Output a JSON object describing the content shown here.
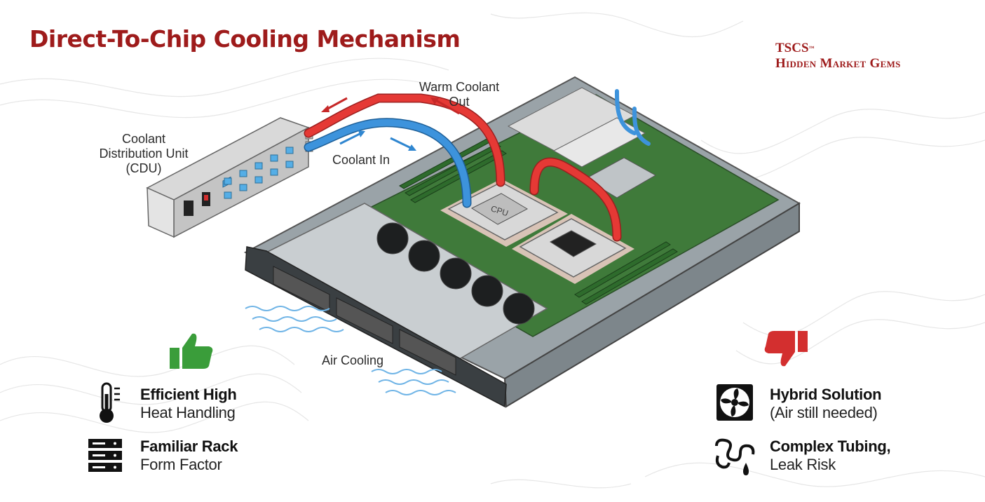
{
  "header": {
    "title": "Direct-To-Chip Cooling Mechanism",
    "brand_line1": "TSCS",
    "brand_tm": "™",
    "brand_line2": "Hidden Market Gems"
  },
  "diagram": {
    "cdu_label_line1": "Coolant",
    "cdu_label_line2": "Distribution Unit",
    "cdu_label_line3": "(CDU)",
    "warm_label_line1": "Warm Coolant",
    "warm_label_line2": "Out",
    "coolant_in_label": "Coolant In",
    "air_label": "Air Cooling",
    "cpu_chip_text": "CPU"
  },
  "pros": [
    {
      "title": "Efficient High",
      "subtitle": "Heat Handling",
      "icon": "thermometer-icon"
    },
    {
      "title": "Familiar Rack",
      "subtitle": "Form Factor",
      "icon": "server-rack-icon"
    }
  ],
  "cons": [
    {
      "title": "Hybrid Solution",
      "subtitle": "(Air still needed)",
      "icon": "fan-icon"
    },
    {
      "title": "Complex Tubing,",
      "subtitle": "Leak Risk",
      "icon": "tubing-leak-icon"
    }
  ],
  "colors": {
    "title": "#9e1b1b",
    "warm_pipe": "#e53935",
    "cool_pipe": "#2f86d0",
    "thumbs_up": "#3a9d3a",
    "thumbs_down": "#d32f2f",
    "pcb": "#3f7a3a"
  }
}
